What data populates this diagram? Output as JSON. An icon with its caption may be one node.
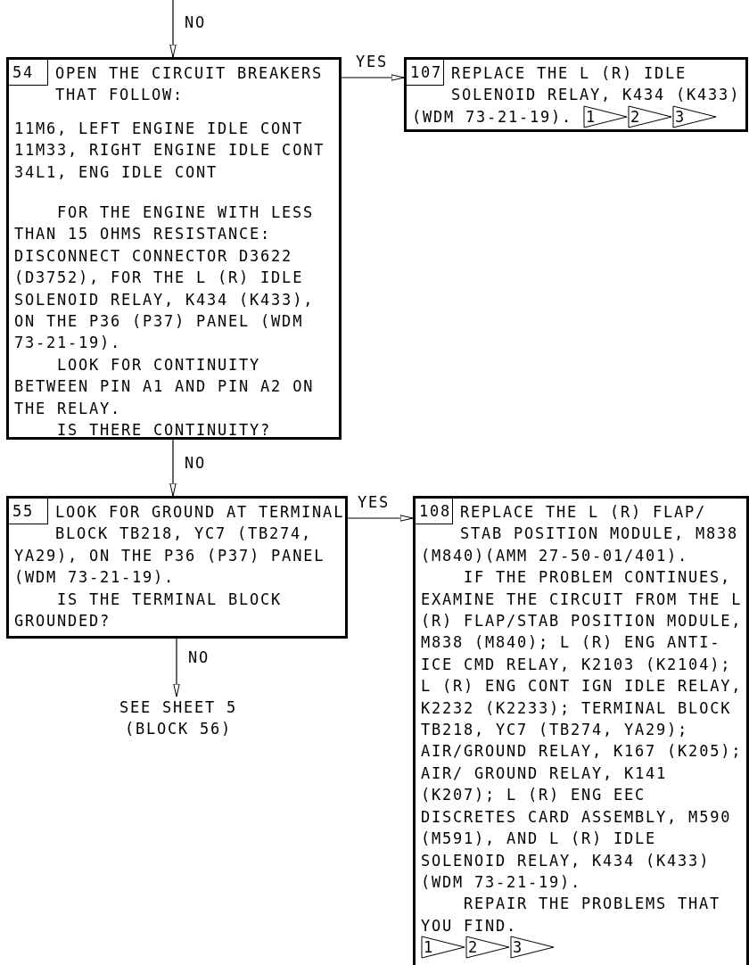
{
  "diagram": {
    "nodes": [
      {
        "text": [
          "OPEN THE CIRCUIT BREAKERS THAT FOLLOW:",
          "11M6, LEFT ENGINE IDLE CONT",
          "11M33, RIGHT ENGINE IDLE CONT",
          "34L1, ENG IDLE CONT",
          "FOR THE ENGINE WITH LESS THAN 15 OHMS RESISTANCE: DISCONNECT CONNECTOR D3622 (D3752), FOR THE L (R) IDLE SOLENOID RELAY, K434 (K433), ON THE P36 (P37) PANEL (WDM 73-21-19).",
          "LOOK FOR CONTINUITY BETWEEN PIN A1 AND PIN A2 ON THE RELAY.",
          "IS THERE CONTINUITY?"
        ]
      },
      {
        "text": [
          "54"
        ],
        "in": 0
      },
      {
        "text": [
          "REPLACE THE L (R) IDLE SOLENOID RELAY, K434 (K433) (WDM 73-21-19)."
        ]
      },
      {
        "text": [
          "107"
        ],
        "in": 2
      },
      {
        "text": [
          "1"
        ],
        "in": 2
      },
      {
        "text": [
          "2"
        ],
        "in": 2
      },
      {
        "text": [
          "3"
        ],
        "in": 2
      },
      {
        "text": [
          "LOOK FOR GROUND AT TERMINAL BLOCK TB218, YC7 (TB274, YA29), ON THE P36 (P37) PANEL (WDM 73-21-19).",
          "IS THE TERMINAL BLOCK GROUNDED?"
        ]
      },
      {
        "text": [
          "55"
        ],
        "in": 7
      },
      {
        "text": [
          "REPLACE THE L (R) FLAP/ STAB POSITION MODULE, M838 (M840)(AMM 27-50-01/401).",
          "IF THE PROBLEM CONTINUES, EXAMINE THE CIRCUIT FROM THE L (R) FLAP/STAB POSITION MODULE, M838 (M840); L (R) ENG ANTI-ICE CMD RELAY, K2103 (K2104); L (R) ENG CONT IGN IDLE RELAY, K2232 (K2233); TERMINAL BLOCK TB218, YC7 (TB274, YA29); AIR/GROUND RELAY, K167 (K205); AIR/ GROUND RELAY, K141 (K207); L (R) ENG EEC DISCRETES CARD ASSEMBLY, M590 (M591), AND L (R) IDLE SOLENOID RELAY, K434 (K433)(WDM 73-21-19).",
          "REPAIR THE PROBLEMS THAT YOU FIND."
        ]
      },
      {
        "text": [
          "108"
        ],
        "in": 9
      },
      {
        "text": [
          "1"
        ],
        "in": 9
      },
      {
        "text": [
          "2"
        ],
        "in": 9
      },
      {
        "text": [
          "3"
        ],
        "in": 9
      },
      {
        "text": [
          "SEE SHEET 5 (BLOCK 56)"
        ]
      }
    ],
    "edges": [
      {
        "from": null,
        "to": 0,
        "arrow": "to",
        "label": "NO"
      },
      {
        "from": 0,
        "to": 2,
        "arrow": "to",
        "label": "YES"
      },
      {
        "from": 0,
        "to": 7,
        "arrow": "to",
        "label": "NO"
      },
      {
        "from": 7,
        "to": 9,
        "arrow": "to",
        "label": "YES"
      },
      {
        "from": 7,
        "to": 14,
        "arrow": "to",
        "label": "NO"
      }
    ]
  }
}
